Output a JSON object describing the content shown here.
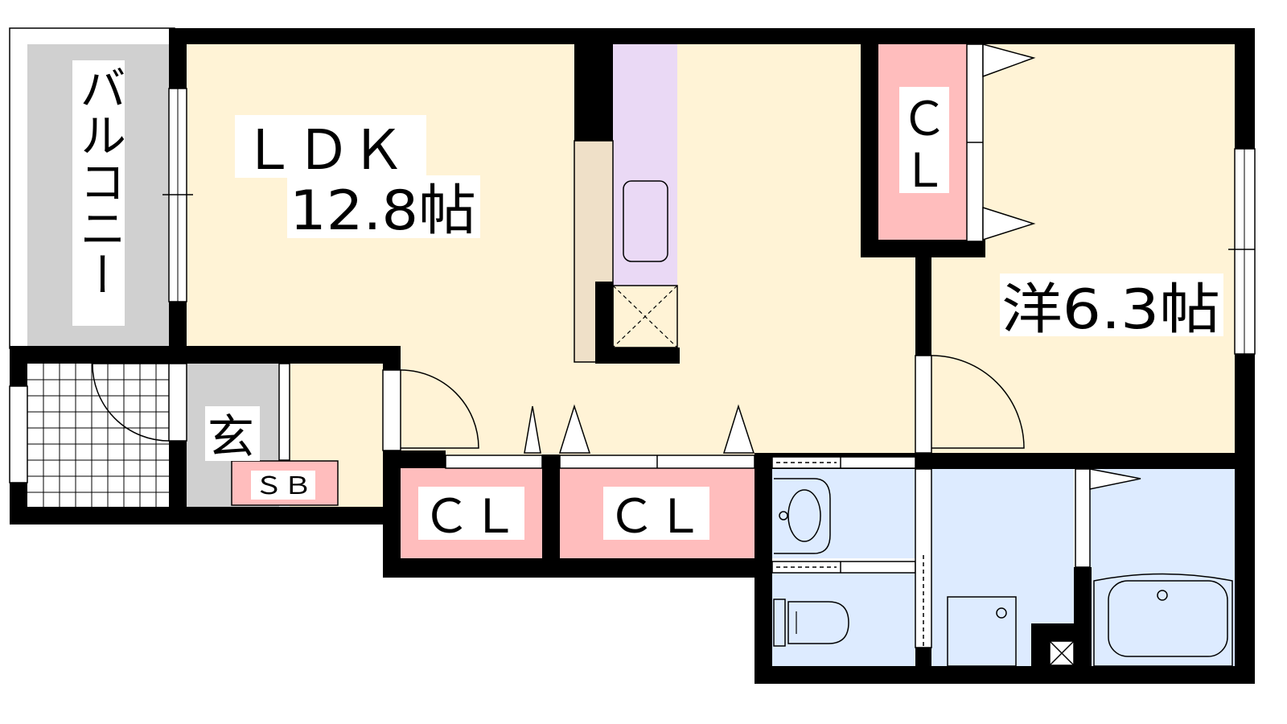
{
  "floor_plan": {
    "rooms": {
      "balcony": {
        "label": "バルコニー"
      },
      "ldk": {
        "label_line1": "ＬＤＫ",
        "label_line2": "12.8帖"
      },
      "western_room": {
        "label": "洋6.3帖"
      },
      "genkan": {
        "label": "玄"
      },
      "shoe_box": {
        "label": "ＳＢ"
      },
      "closet_bedroom": {
        "label_line1": "Ｃ",
        "label_line2": "Ｌ"
      },
      "closet_hall_1": {
        "label": "ＣＬ"
      },
      "closet_hall_2": {
        "label": "ＣＬ"
      }
    },
    "colors": {
      "living_floor": "#FFF3D6",
      "closet": "#FFBDBD",
      "wet_area": "#DDEBFF",
      "kitchen": "#EAD9F5",
      "balcony": "#D0D0D0",
      "genkan": "#D0D0D0",
      "counter": "#EFE0C8",
      "wall": "#000000"
    }
  }
}
